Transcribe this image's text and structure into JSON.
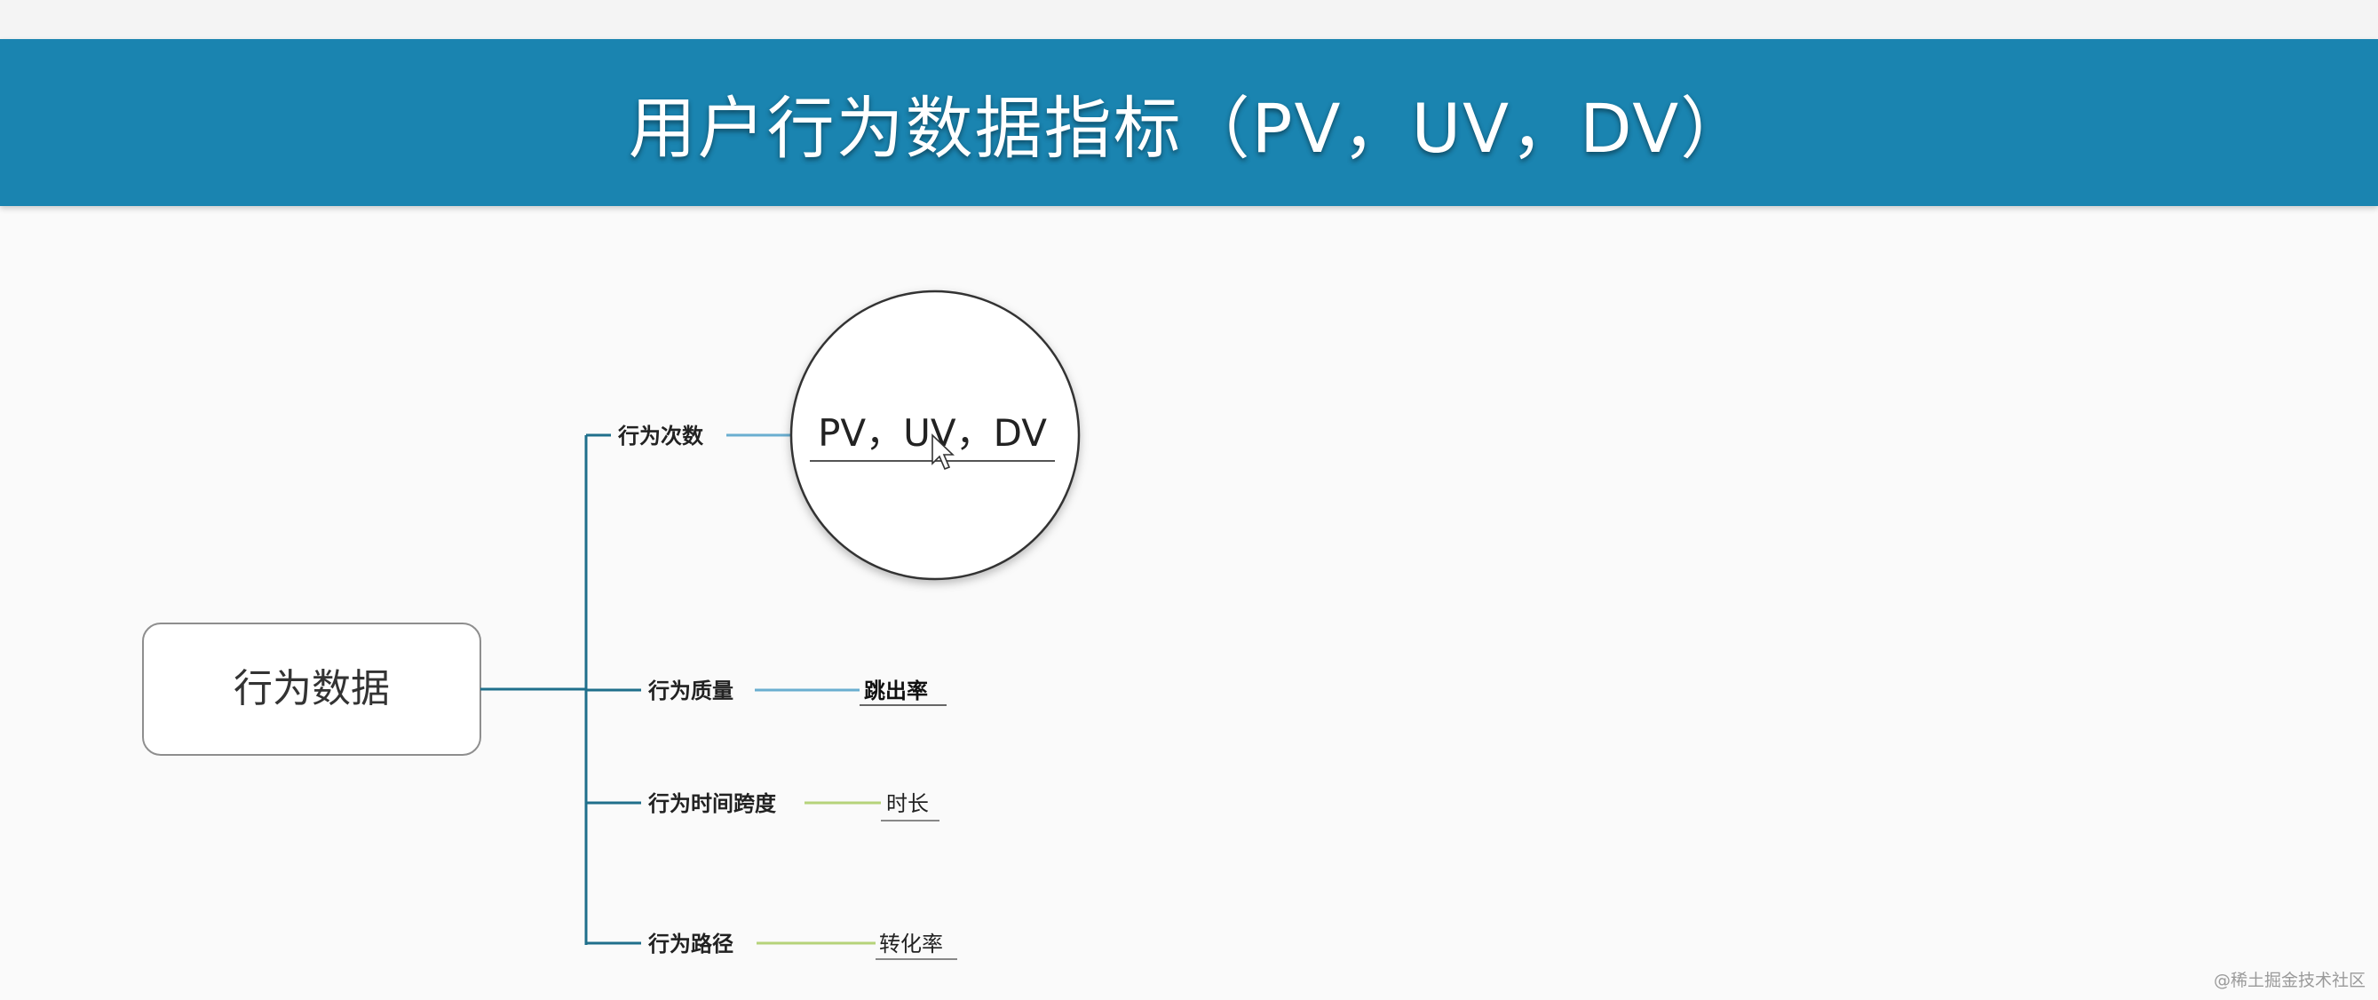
{
  "header": {
    "title": "用户行为数据指标（PV，UV，DV）"
  },
  "mindmap": {
    "root": "行为数据",
    "branches": [
      {
        "label": "行为次数",
        "child": "PV，UV，DV",
        "highlighted": true
      },
      {
        "label": "行为质量",
        "child": "跳出率",
        "highlighted": false
      },
      {
        "label": "行为时间跨度",
        "child": "时长",
        "highlighted": false
      },
      {
        "label": "行为路径",
        "child": "转化率",
        "highlighted": false
      }
    ]
  },
  "watermark": "@稀土掘金技术社区",
  "colors": {
    "header_bg": "#1a84b0",
    "trunk_line": "#1f6f8b",
    "branch_line_blue": "#6aaed0",
    "branch_line_green": "#b5d37a",
    "node_border": "#8e8e8e"
  }
}
